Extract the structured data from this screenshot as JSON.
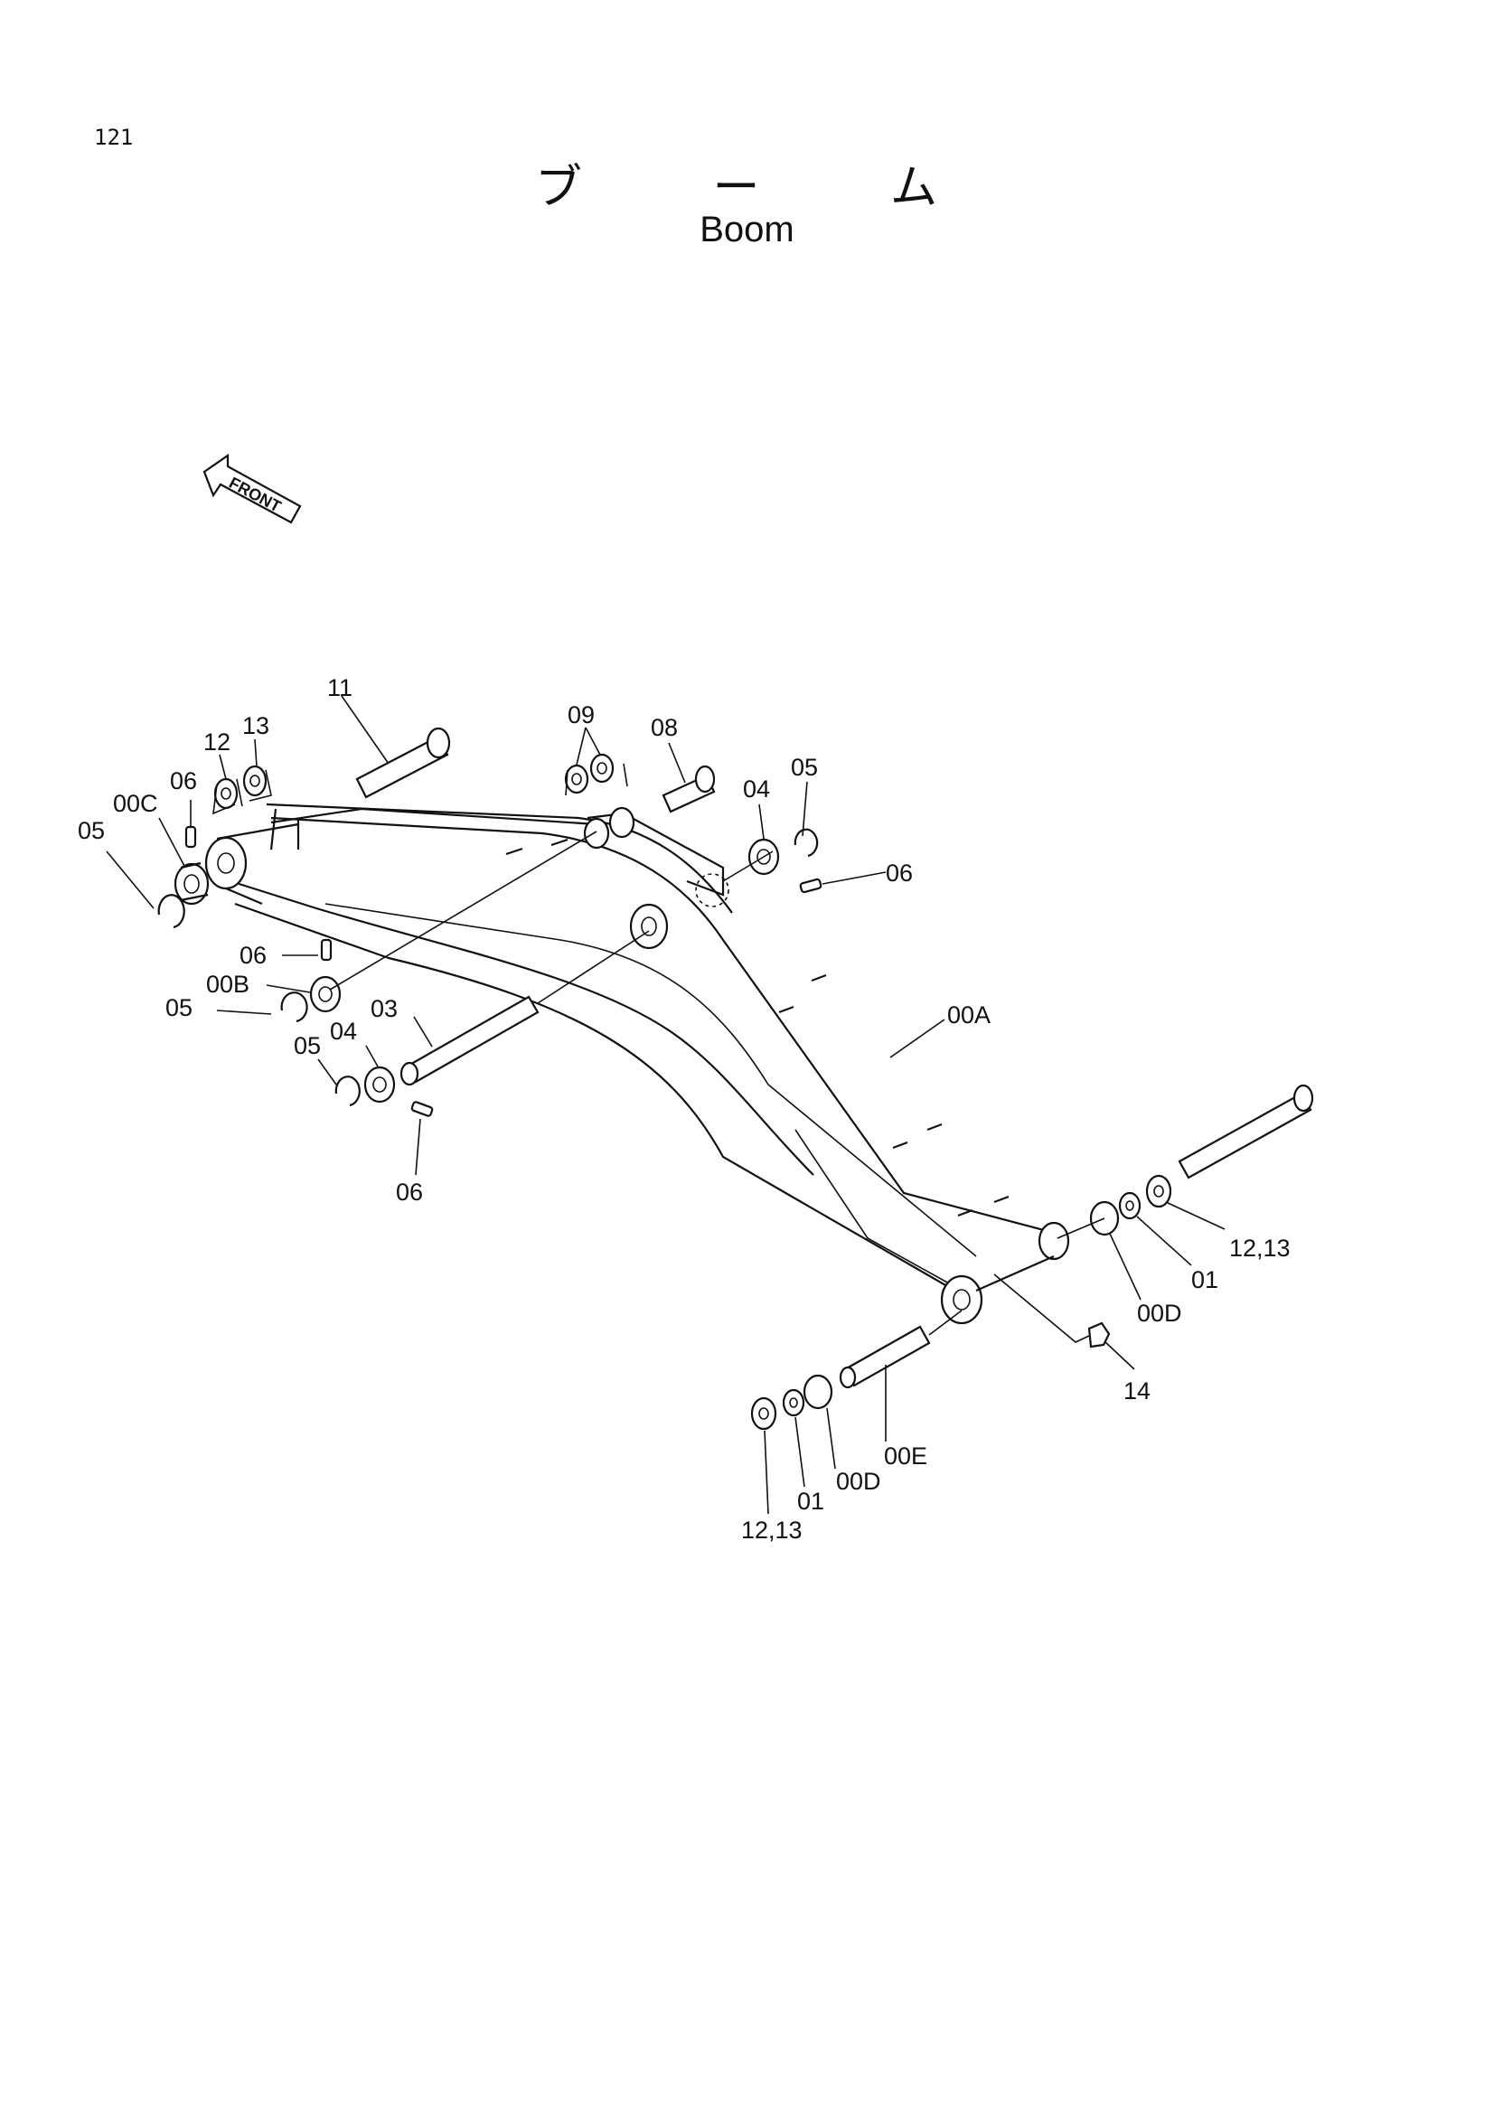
{
  "page": {
    "number": "121"
  },
  "title": {
    "japanese": "ブ ー ム",
    "english": "Boom"
  },
  "front_arrow": {
    "label": "FRONT"
  },
  "callouts": [
    {
      "id": "c11",
      "label": "11"
    },
    {
      "id": "c12a",
      "label": "12"
    },
    {
      "id": "c13a",
      "label": "13"
    },
    {
      "id": "c06a",
      "label": "06"
    },
    {
      "id": "c00c",
      "label": "00C"
    },
    {
      "id": "c05a",
      "label": "05"
    },
    {
      "id": "c09",
      "label": "09"
    },
    {
      "id": "c08",
      "label": "08"
    },
    {
      "id": "c04a",
      "label": "04"
    },
    {
      "id": "c05b",
      "label": "05"
    },
    {
      "id": "c06b",
      "label": "06"
    },
    {
      "id": "c06c",
      "label": "06"
    },
    {
      "id": "c00b",
      "label": "00B"
    },
    {
      "id": "c05c",
      "label": "05"
    },
    {
      "id": "c03",
      "label": "03"
    },
    {
      "id": "c04b",
      "label": "04"
    },
    {
      "id": "c05d",
      "label": "05"
    },
    {
      "id": "c06d",
      "label": "06"
    },
    {
      "id": "c00a",
      "label": "00A"
    },
    {
      "id": "c1213a",
      "label": "12,13"
    },
    {
      "id": "c01a",
      "label": "01"
    },
    {
      "id": "c00da",
      "label": "00D"
    },
    {
      "id": "c14",
      "label": "14"
    },
    {
      "id": "c00e",
      "label": "00E"
    },
    {
      "id": "c00db",
      "label": "00D"
    },
    {
      "id": "c01b",
      "label": "01"
    },
    {
      "id": "c1213b",
      "label": "12,13"
    }
  ]
}
